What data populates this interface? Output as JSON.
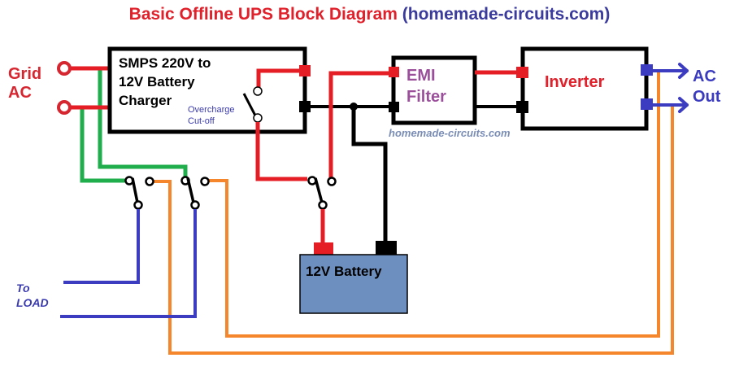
{
  "title": {
    "main": "Basic Offline UPS Block Diagram",
    "source": "(homemade-circuits.com)"
  },
  "labels": {
    "grid_line1": "Grid",
    "grid_line2": "AC",
    "smps_line1": "SMPS 220V to",
    "smps_line2": "12V Battery",
    "smps_line3": "Charger",
    "overcharge_line1": "Overcharge",
    "overcharge_line2": "Cut-off",
    "emi_line1": "EMI",
    "emi_line2": "Filter",
    "inverter": "Inverter",
    "ac_out_line1": "AC",
    "ac_out_line2": "Out",
    "battery": "12V Battery",
    "load_line1": "To",
    "load_line2": "LOAD",
    "watermark": "homemade-circuits.com"
  },
  "colors": {
    "title_red": "#e0202a",
    "title_blue": "#3b3b9e",
    "wire_red": "#e51e25",
    "wire_black": "#000000",
    "wire_green": "#1fae4b",
    "wire_orange": "#f5862b",
    "wire_blue": "#3c3cc0",
    "battery_fill": "#6d8fbf"
  }
}
